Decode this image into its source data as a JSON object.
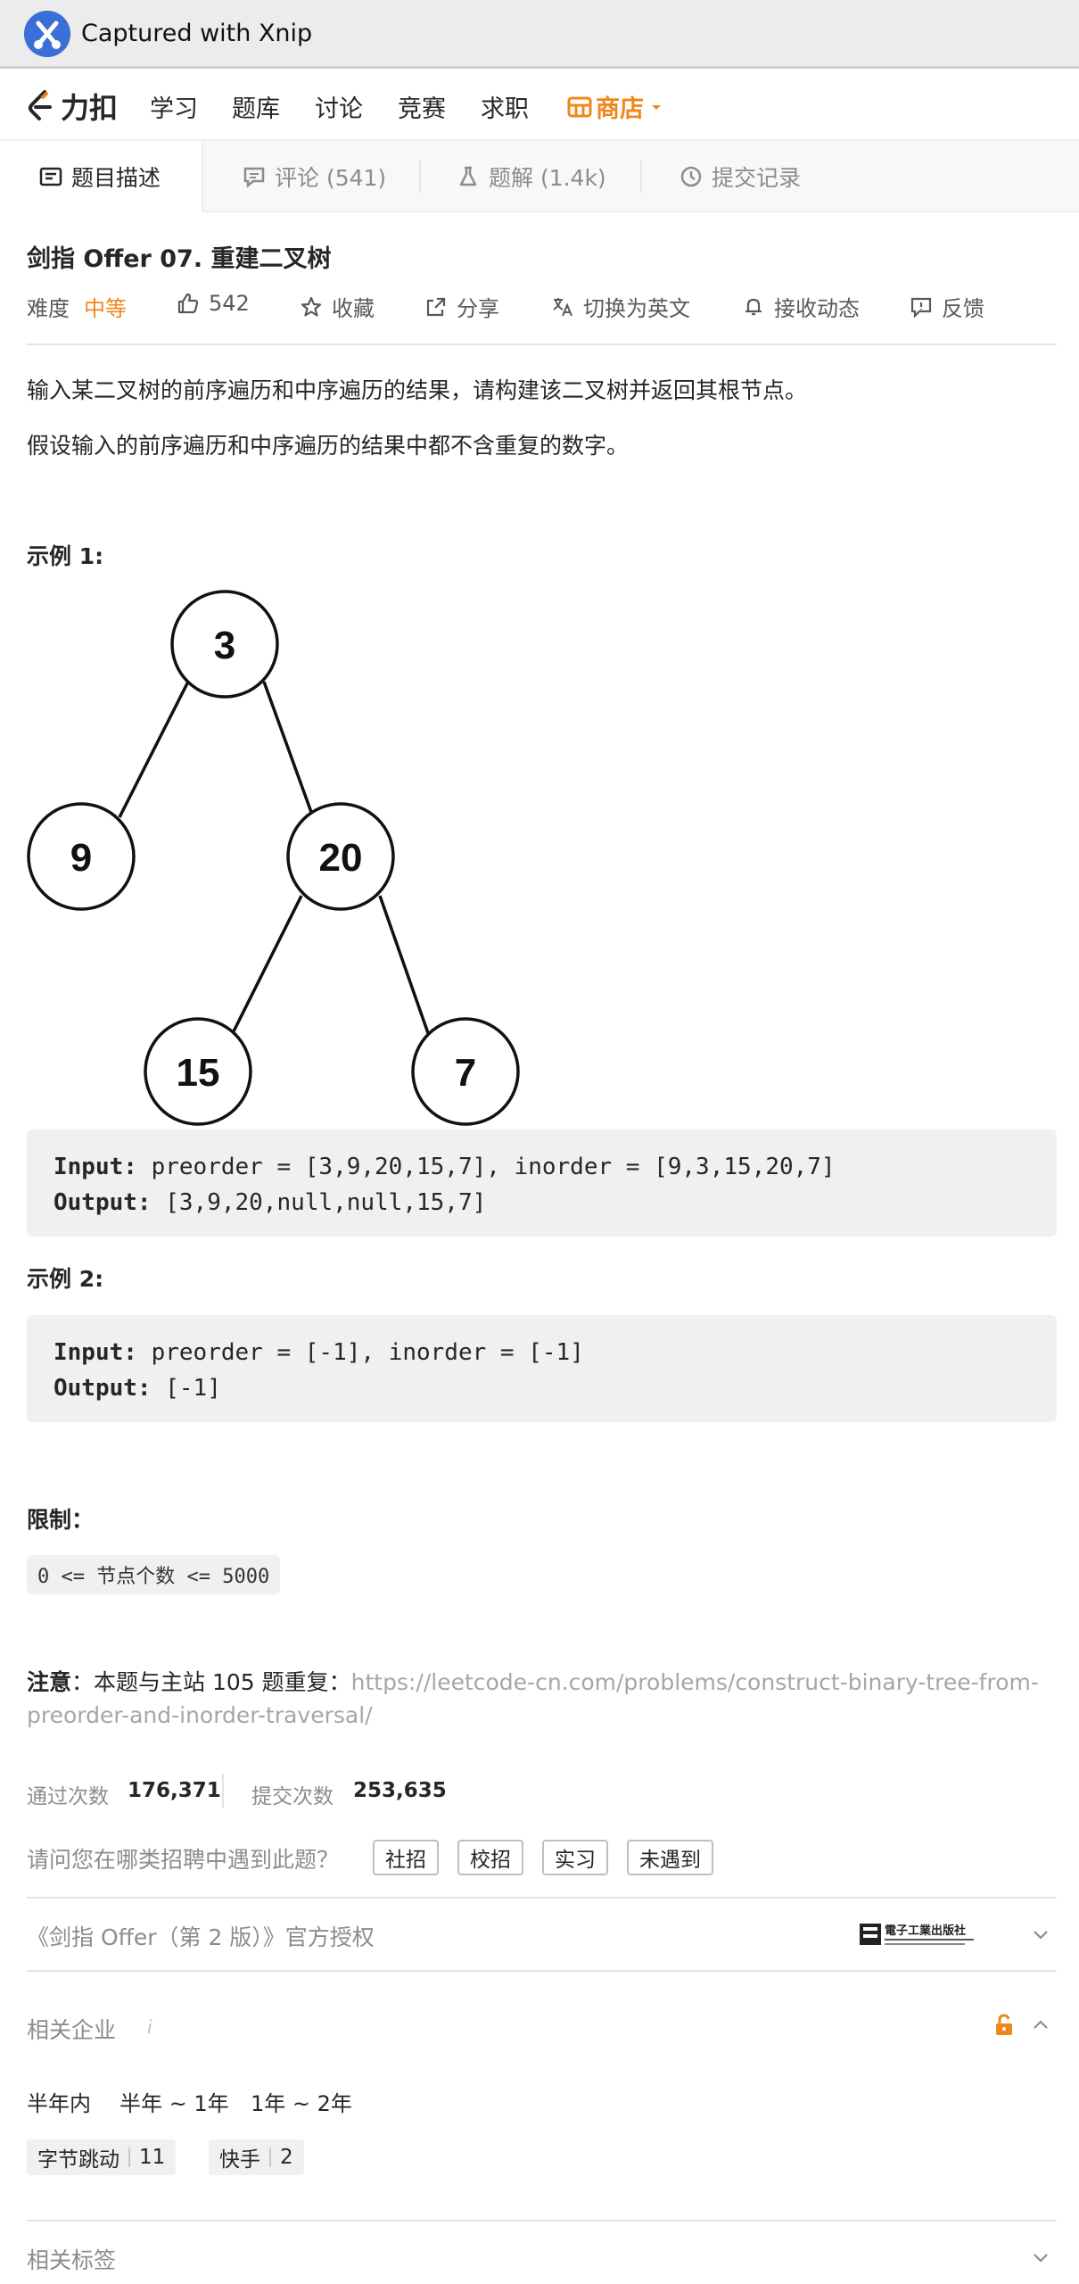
{
  "xnip": {
    "title": "Captured with Xnip"
  },
  "nav": {
    "brand": "力扣",
    "items": [
      "学习",
      "题库",
      "讨论",
      "竞赛",
      "求职"
    ],
    "shop": "商店"
  },
  "tabs": {
    "description": "题目描述",
    "comments": "评论 (541)",
    "solutions": "题解 (1.4k)",
    "submissions": "提交记录"
  },
  "question": {
    "title": "剑指 Offer 07. 重建二叉树",
    "difficulty_label": "难度",
    "difficulty_value": "中等",
    "likes": "542",
    "favorite": "收藏",
    "share": "分享",
    "translate": "切换为英文",
    "subscribe": "接收动态",
    "feedback": "反馈"
  },
  "content": {
    "p1": "输入某二叉树的前序遍历和中序遍历的结果，请构建该二叉树并返回其根节点。",
    "p2": "假设输入的前序遍历和中序遍历的结果中都不含重复的数字。",
    "example1_title": "示例 1:",
    "tree_nodes": [
      "3",
      "9",
      "20",
      "15",
      "7"
    ],
    "example1_input_label": "Input:",
    "example1_input": " preorder = [3,9,20,15,7], inorder = [9,3,15,20,7]",
    "example1_output_label": "Output:",
    "example1_output": " [3,9,20,null,null,15,7]",
    "example2_title": "示例 2:",
    "example2_input_label": "Input:",
    "example2_input": " preorder = [-1], inorder = [-1]",
    "example2_output_label": "Output:",
    "example2_output": " [-1]",
    "limits_title": "限制：",
    "limits_code": "0 <= 节点个数 <= 5000",
    "note_label": "注意",
    "note_text": "：本题与主站 105 题重复：",
    "note_link": "https://leetcode-cn.com/problems/construct-binary-tree-from-preorder-and-inorder-traversal/"
  },
  "stats": {
    "accepted_label": "通过次数",
    "accepted_value": "176,371",
    "submitted_label": "提交次数",
    "submitted_value": "253,635"
  },
  "recruit": {
    "question": "请问您在哪类招聘中遇到此题？",
    "options": [
      "社招",
      "校招",
      "实习",
      "未遇到"
    ]
  },
  "book": {
    "label": "《剑指 Offer（第 2 版）》官方授权",
    "publisher_logo_text": "電子工業出版社"
  },
  "companies": {
    "title": "相关企业",
    "info_icon_text": "i",
    "periods": [
      "半年内",
      "半年 ~ 1年",
      "1年 ~ 2年"
    ],
    "list": [
      {
        "name": "字节跳动",
        "count": "11"
      },
      {
        "name": "快手",
        "count": "2"
      }
    ]
  },
  "tags": {
    "title": "相关标签"
  },
  "colors": {
    "accent": "#f0871b",
    "muted": "#8c8c8c",
    "code_bg": "#f0f0f0"
  }
}
